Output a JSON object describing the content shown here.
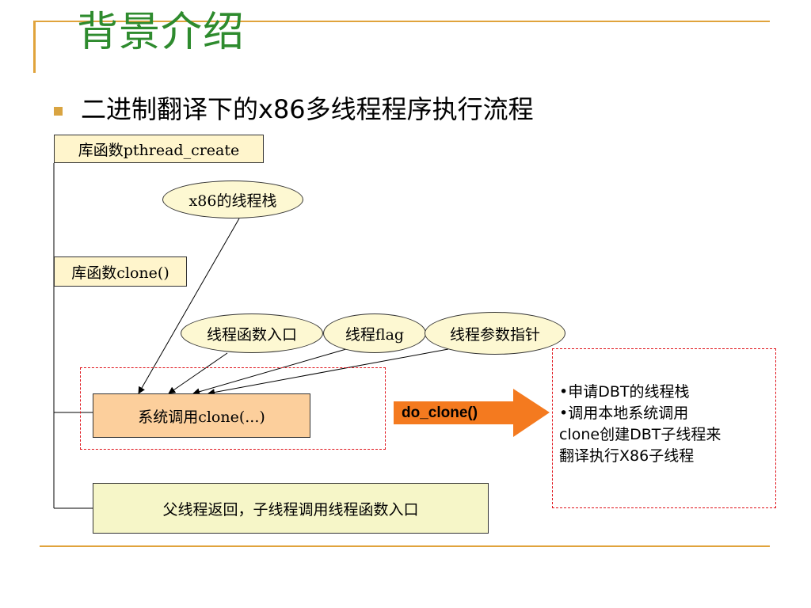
{
  "slide": {
    "title": "背景介绍",
    "bullet": "二进制翻译下的x86多线程程序执行流程"
  },
  "diagram": {
    "boxes": {
      "pthread": "库函数pthread_create",
      "clone_lib": "库函数clone()",
      "syscall": "系统调用clone(...)",
      "return": "父线程返回，子线程调用线程函数入口"
    },
    "ellipses": {
      "stack": "x86的线程栈",
      "entry": "线程函数入口",
      "flag": "线程flag",
      "arg": "线程参数指针"
    },
    "arrow_label": "do_clone()",
    "note_lines": [
      "•申请DBT的线程栈",
      "•调用本地系统调用",
      "clone创建DBT子线程来",
      "翻译执行X86子线程"
    ]
  },
  "colors": {
    "title": "#2e8b2e",
    "frame": "#e0a33c",
    "dash": "#e0121a",
    "arrow": "#f47a1f"
  }
}
